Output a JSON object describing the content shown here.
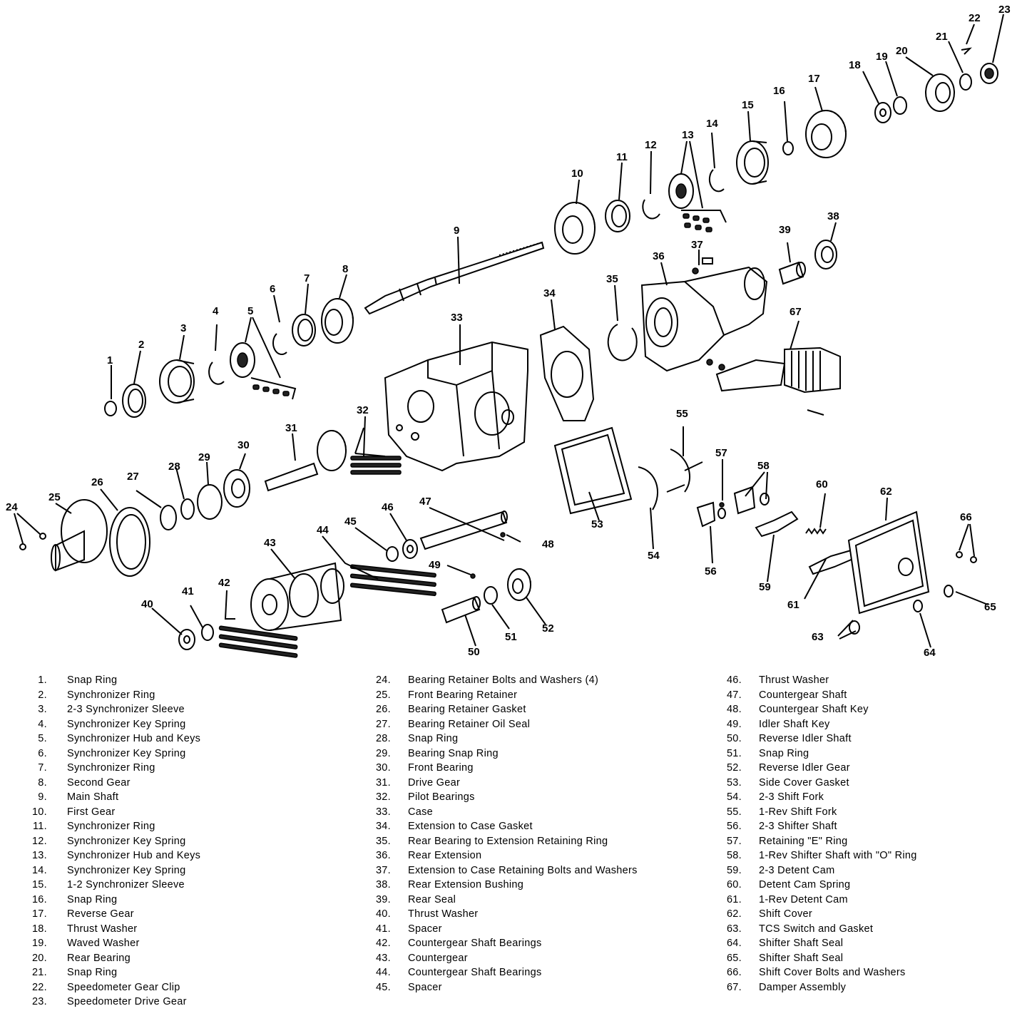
{
  "callouts": {
    "c1": "1",
    "c2": "2",
    "c3": "3",
    "c4": "4",
    "c5": "5",
    "c6": "6",
    "c7": "7",
    "c8": "8",
    "c9": "9",
    "c10": "10",
    "c11": "11",
    "c12": "12",
    "c13": "13",
    "c14": "14",
    "c15": "15",
    "c16": "16",
    "c17": "17",
    "c18": "18",
    "c19": "19",
    "c20": "20",
    "c21": "21",
    "c22": "22",
    "c23": "23",
    "c24": "24",
    "c25": "25",
    "c26": "26",
    "c27": "27",
    "c28": "28",
    "c29": "29",
    "c30": "30",
    "c31": "31",
    "c32": "32",
    "c33": "33",
    "c34": "34",
    "c35": "35",
    "c36": "36",
    "c37": "37",
    "c38": "38",
    "c39": "39",
    "c40": "40",
    "c41": "41",
    "c42": "42",
    "c43": "43",
    "c44": "44",
    "c45": "45",
    "c46": "46",
    "c47": "47",
    "c48": "48",
    "c49": "49",
    "c50": "50",
    "c51": "51",
    "c52": "52",
    "c53": "53",
    "c54": "54",
    "c55": "55",
    "c56": "56",
    "c57": "57",
    "c58": "58",
    "c59": "59",
    "c60": "60",
    "c61": "61",
    "c62": "62",
    "c63": "63",
    "c64": "64",
    "c65": "65",
    "c66": "66",
    "c67": "67"
  },
  "legend": {
    "col1": [
      {
        "num": "1.",
        "label": "Snap Ring"
      },
      {
        "num": "2.",
        "label": "Synchronizer Ring"
      },
      {
        "num": "3.",
        "label": "2-3 Synchronizer Sleeve"
      },
      {
        "num": "4.",
        "label": "Synchronizer Key Spring"
      },
      {
        "num": "5.",
        "label": "Synchronizer Hub and Keys"
      },
      {
        "num": "6.",
        "label": "Synchronizer Key Spring"
      },
      {
        "num": "7.",
        "label": "Synchronizer Ring"
      },
      {
        "num": "8.",
        "label": "Second Gear"
      },
      {
        "num": "9.",
        "label": "Main Shaft"
      },
      {
        "num": "10.",
        "label": "First Gear"
      },
      {
        "num": "11.",
        "label": "Synchronizer Ring"
      },
      {
        "num": "12.",
        "label": "Synchronizer Key Spring"
      },
      {
        "num": "13.",
        "label": "Synchronizer Hub and Keys"
      },
      {
        "num": "14.",
        "label": "Synchronizer Key Spring"
      },
      {
        "num": "15.",
        "label": "1-2 Synchronizer Sleeve"
      },
      {
        "num": "16.",
        "label": "Snap Ring"
      },
      {
        "num": "17.",
        "label": "Reverse Gear"
      },
      {
        "num": "18.",
        "label": "Thrust Washer"
      },
      {
        "num": "19.",
        "label": "Waved Washer"
      },
      {
        "num": "20.",
        "label": "Rear Bearing"
      },
      {
        "num": "21.",
        "label": "Snap Ring"
      },
      {
        "num": "22.",
        "label": "Speedometer Gear Clip"
      },
      {
        "num": "23.",
        "label": "Speedometer Drive Gear"
      }
    ],
    "col2": [
      {
        "num": "24.",
        "label": "Bearing Retainer Bolts and Washers (4)"
      },
      {
        "num": "25.",
        "label": "Front Bearing Retainer"
      },
      {
        "num": "26.",
        "label": "Bearing Retainer Gasket"
      },
      {
        "num": "27.",
        "label": "Bearing Retainer Oil Seal"
      },
      {
        "num": "28.",
        "label": "Snap Ring"
      },
      {
        "num": "29.",
        "label": "Bearing Snap Ring"
      },
      {
        "num": "30.",
        "label": "Front Bearing"
      },
      {
        "num": "31.",
        "label": "Drive Gear"
      },
      {
        "num": "32.",
        "label": "Pilot Bearings"
      },
      {
        "num": "33.",
        "label": "Case"
      },
      {
        "num": "34.",
        "label": "Extension to Case Gasket"
      },
      {
        "num": "35.",
        "label": "Rear Bearing to Extension Retaining Ring"
      },
      {
        "num": "36.",
        "label": "Rear Extension"
      },
      {
        "num": "37.",
        "label": "Extension to Case Retaining Bolts and Washers"
      },
      {
        "num": "38.",
        "label": "Rear Extension Bushing"
      },
      {
        "num": "39.",
        "label": "Rear Seal"
      },
      {
        "num": "40.",
        "label": "Thrust Washer"
      },
      {
        "num": "41.",
        "label": "Spacer"
      },
      {
        "num": "42.",
        "label": "Countergear Shaft Bearings"
      },
      {
        "num": "43.",
        "label": "Countergear"
      },
      {
        "num": "44.",
        "label": "Countergear Shaft Bearings"
      },
      {
        "num": "45.",
        "label": "Spacer"
      }
    ],
    "col3": [
      {
        "num": "46.",
        "label": "Thrust Washer"
      },
      {
        "num": "47.",
        "label": "Countergear Shaft"
      },
      {
        "num": "48.",
        "label": "Countergear Shaft Key"
      },
      {
        "num": "49.",
        "label": "Idler Shaft Key"
      },
      {
        "num": "50.",
        "label": "Reverse Idler Shaft"
      },
      {
        "num": "51.",
        "label": "Snap Ring"
      },
      {
        "num": "52.",
        "label": "Reverse Idler Gear"
      },
      {
        "num": "53.",
        "label": "Side Cover Gasket"
      },
      {
        "num": "54.",
        "label": "2-3 Shift Fork"
      },
      {
        "num": "55.",
        "label": "1-Rev Shift Fork"
      },
      {
        "num": "56.",
        "label": "2-3 Shifter Shaft"
      },
      {
        "num": "57.",
        "label": "Retaining \"E\" Ring"
      },
      {
        "num": "58.",
        "label": "1-Rev Shifter Shaft with \"O\" Ring"
      },
      {
        "num": "59.",
        "label": "2-3 Detent Cam"
      },
      {
        "num": "60.",
        "label": "Detent Cam Spring"
      },
      {
        "num": "61.",
        "label": "1-Rev Detent Cam"
      },
      {
        "num": "62.",
        "label": "Shift Cover"
      },
      {
        "num": "63.",
        "label": "TCS Switch and Gasket"
      },
      {
        "num": "64.",
        "label": "Shifter Shaft Seal"
      },
      {
        "num": "65.",
        "label": "Shifter Shaft Seal"
      },
      {
        "num": "66.",
        "label": "Shift Cover Bolts and Washers"
      },
      {
        "num": "67.",
        "label": "Damper Assembly"
      }
    ]
  }
}
